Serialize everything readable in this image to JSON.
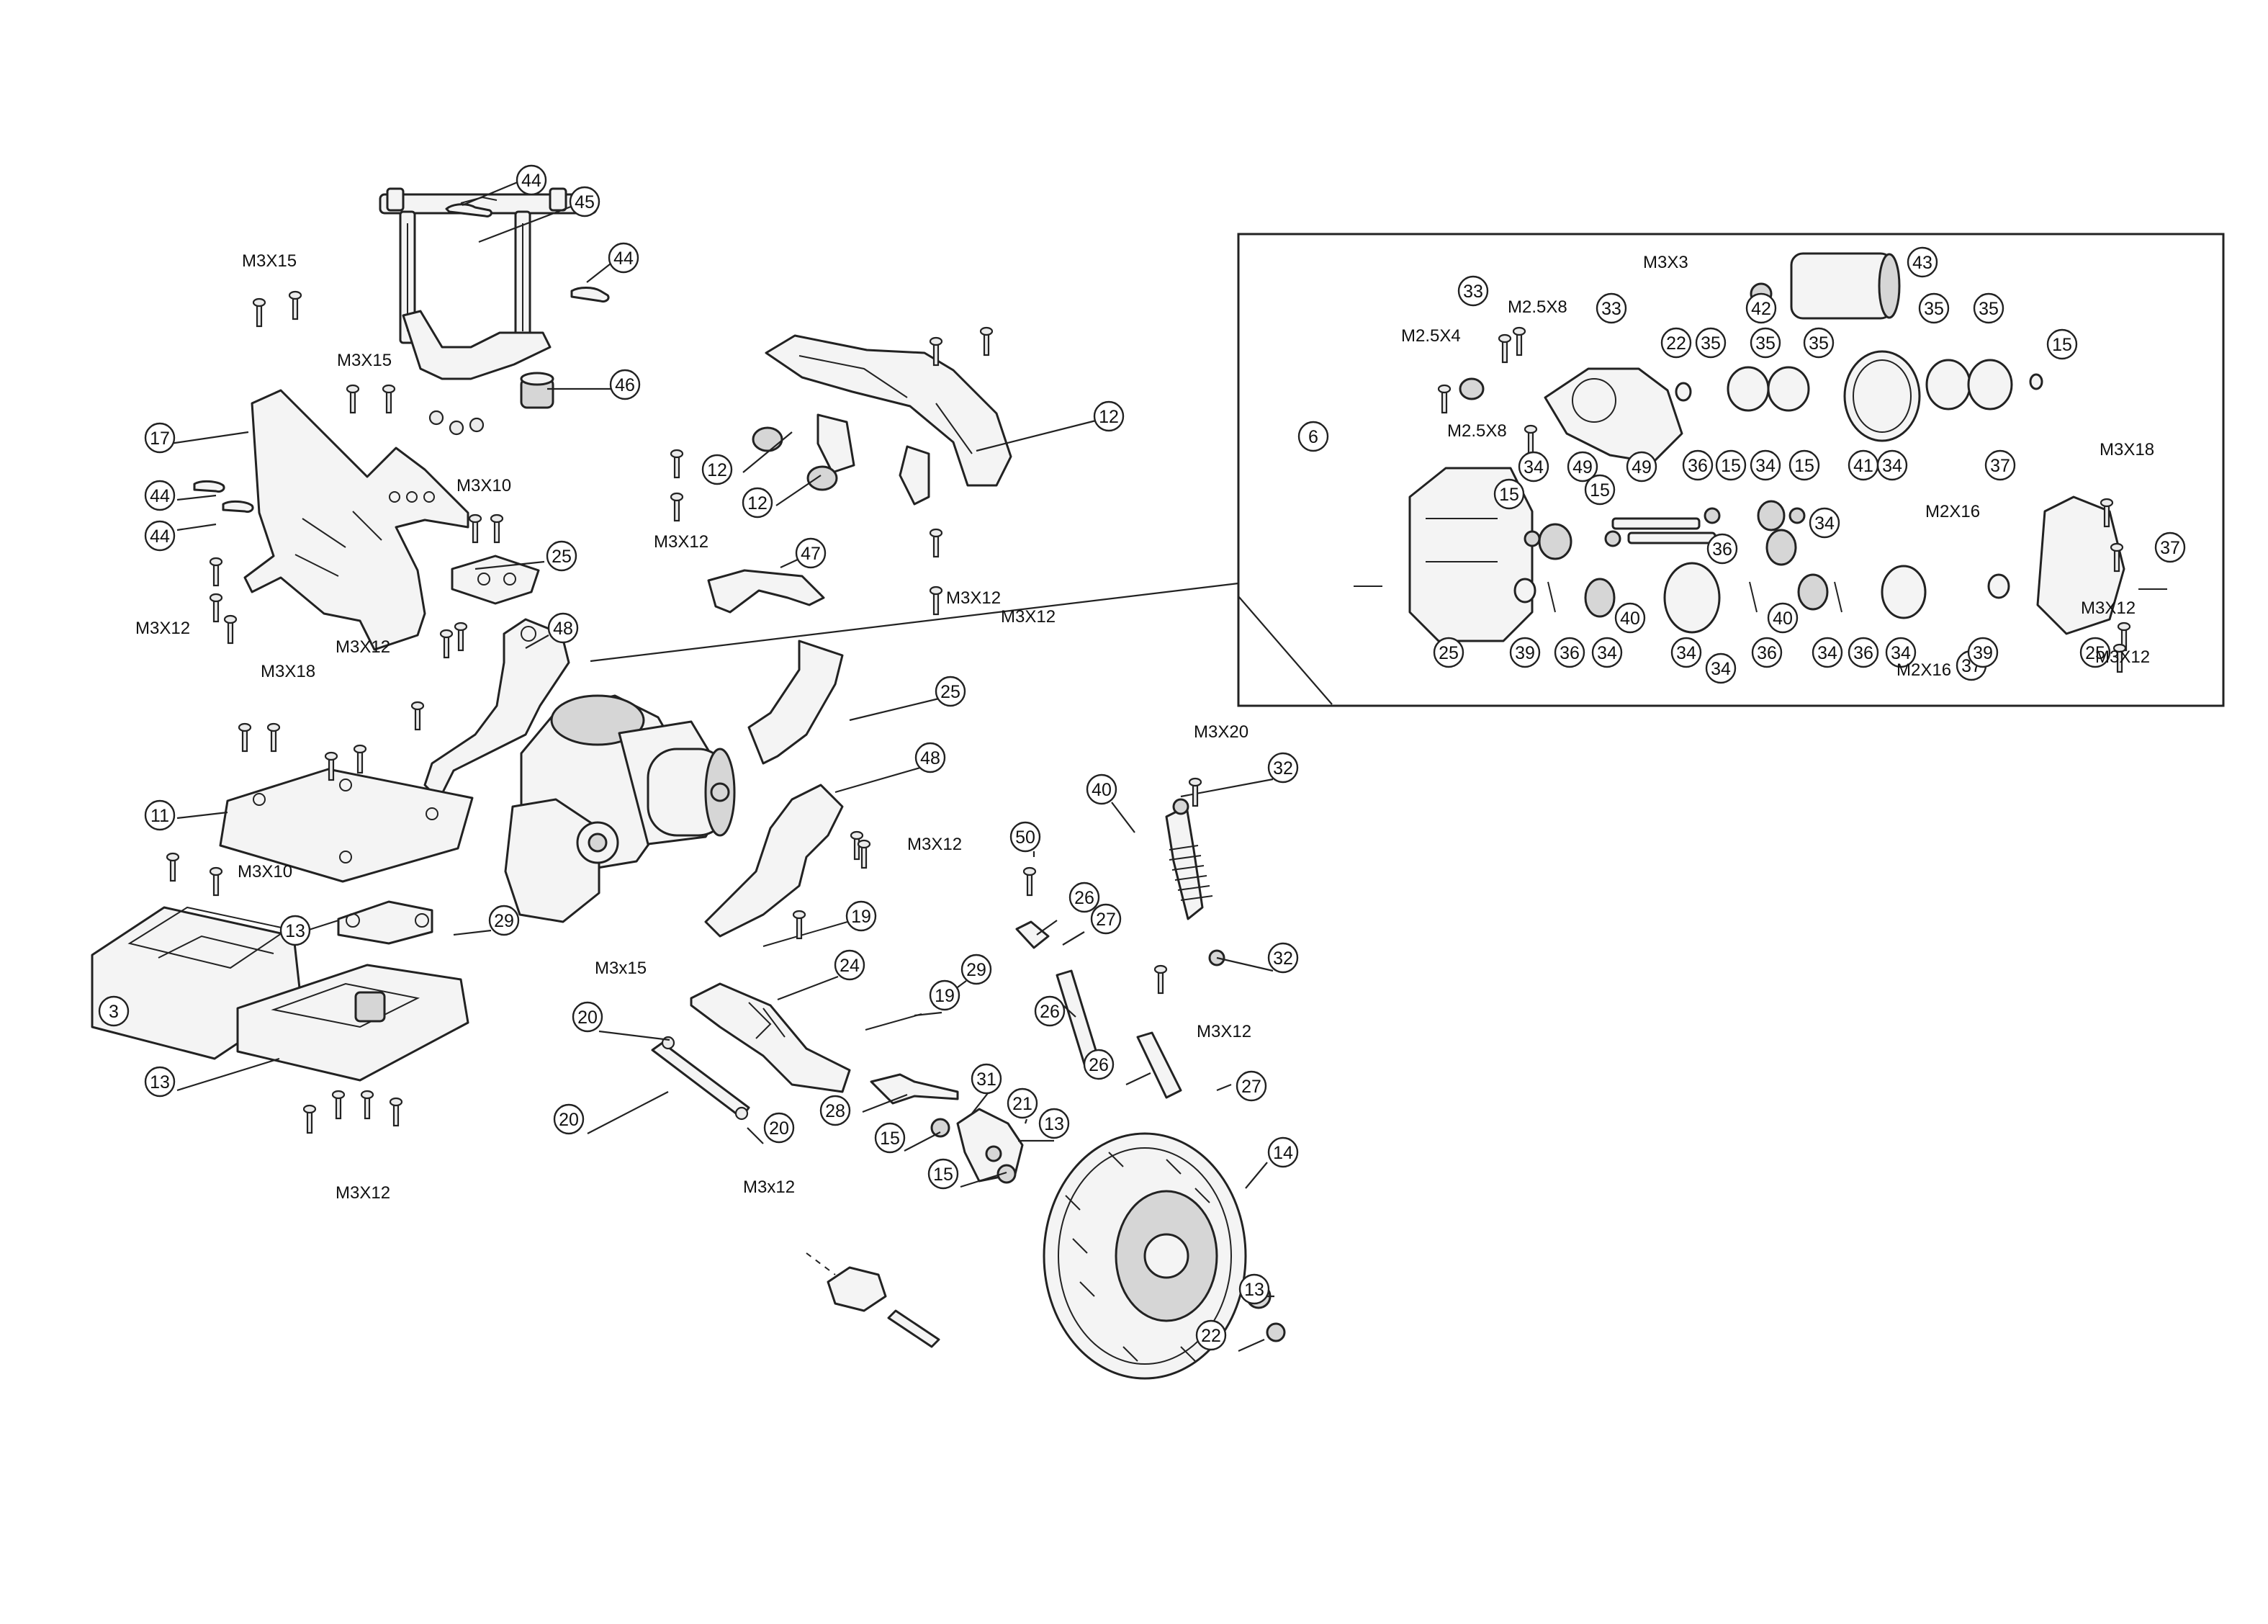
{
  "callouts": [
    {
      "id": "44"
    },
    {
      "id": "45"
    },
    {
      "id": "44"
    },
    {
      "id": "46"
    },
    {
      "id": "17"
    },
    {
      "id": "44"
    },
    {
      "id": "44"
    },
    {
      "id": "25"
    },
    {
      "id": "48"
    },
    {
      "id": "11"
    },
    {
      "id": "13"
    },
    {
      "id": "29"
    },
    {
      "id": "3"
    },
    {
      "id": "13"
    },
    {
      "id": "12"
    },
    {
      "id": "12"
    },
    {
      "id": "12"
    },
    {
      "id": "47"
    },
    {
      "id": "25"
    },
    {
      "id": "48"
    },
    {
      "id": "19"
    },
    {
      "id": "24"
    },
    {
      "id": "29"
    },
    {
      "id": "19"
    },
    {
      "id": "20"
    },
    {
      "id": "20"
    },
    {
      "id": "20"
    },
    {
      "id": "28"
    },
    {
      "id": "31"
    },
    {
      "id": "15"
    },
    {
      "id": "15"
    },
    {
      "id": "21"
    },
    {
      "id": "13"
    },
    {
      "id": "50"
    },
    {
      "id": "26"
    },
    {
      "id": "27"
    },
    {
      "id": "26"
    },
    {
      "id": "26"
    },
    {
      "id": "27"
    },
    {
      "id": "40"
    },
    {
      "id": "32"
    },
    {
      "id": "32"
    },
    {
      "id": "14"
    },
    {
      "id": "13"
    },
    {
      "id": "22"
    },
    {
      "id": "43"
    },
    {
      "id": "42"
    },
    {
      "id": "33"
    },
    {
      "id": "33"
    },
    {
      "id": "22"
    },
    {
      "id": "35"
    },
    {
      "id": "35"
    },
    {
      "id": "35"
    },
    {
      "id": "35"
    },
    {
      "id": "35"
    },
    {
      "id": "15"
    },
    {
      "id": "6"
    },
    {
      "id": "34"
    },
    {
      "id": "49"
    },
    {
      "id": "15"
    },
    {
      "id": "49"
    },
    {
      "id": "36"
    },
    {
      "id": "15"
    },
    {
      "id": "34"
    },
    {
      "id": "15"
    },
    {
      "id": "41"
    },
    {
      "id": "34"
    },
    {
      "id": "37"
    },
    {
      "id": "15"
    },
    {
      "id": "36"
    },
    {
      "id": "34"
    },
    {
      "id": "37"
    },
    {
      "id": "25"
    },
    {
      "id": "39"
    },
    {
      "id": "36"
    },
    {
      "id": "34"
    },
    {
      "id": "40"
    },
    {
      "id": "34"
    },
    {
      "id": "34"
    },
    {
      "id": "36"
    },
    {
      "id": "40"
    },
    {
      "id": "34"
    },
    {
      "id": "36"
    },
    {
      "id": "34"
    },
    {
      "id": "39"
    },
    {
      "id": "25"
    },
    {
      "id": "37"
    }
  ],
  "labels": [
    {
      "text": "M3X15"
    },
    {
      "text": "M3X15"
    },
    {
      "text": "M3X10"
    },
    {
      "text": "M3X12"
    },
    {
      "text": "M3X12"
    },
    {
      "text": "M3X18"
    },
    {
      "text": "M3X10"
    },
    {
      "text": "M3X12"
    },
    {
      "text": "M3X12"
    },
    {
      "text": "M3X12"
    },
    {
      "text": "M3X12"
    },
    {
      "text": "M3x15"
    },
    {
      "text": "M3x12"
    },
    {
      "text": "M3X20"
    },
    {
      "text": "M3X12"
    },
    {
      "text": "M3X12"
    },
    {
      "text": "M3X3"
    },
    {
      "text": "M2.5X4"
    },
    {
      "text": "M2.5X8"
    },
    {
      "text": "M2.5X8"
    },
    {
      "text": "M2X16"
    },
    {
      "text": "M2X16"
    },
    {
      "text": "M3X18"
    },
    {
      "text": "M3X12"
    },
    {
      "text": "M3X12"
    }
  ]
}
